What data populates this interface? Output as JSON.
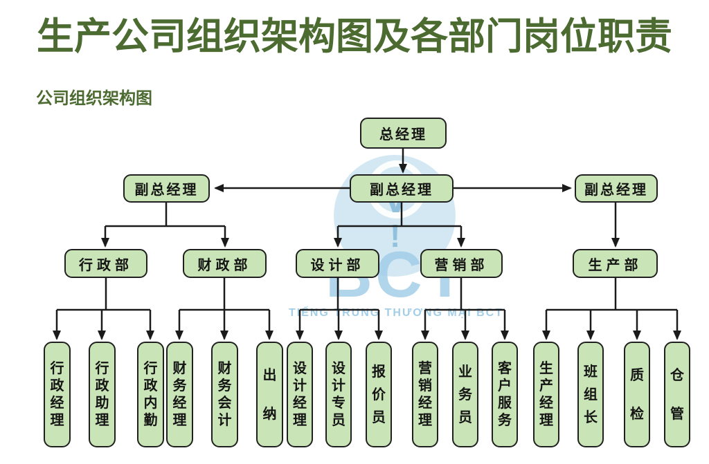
{
  "page": {
    "title": "生产公司组织架构图及各部门岗位职责",
    "subtitle": "公司组织架构图"
  },
  "colors": {
    "background": "#ffffff",
    "title": "#4c6b31",
    "subtitle": "#4c6b31",
    "node_fill": "#c9e4b6",
    "node_border": "#1f1f1f",
    "node_text": "#141414",
    "connector": "#1a1a1a",
    "watermark_blue": "#a9d2e8"
  },
  "org_chart": {
    "level1": [
      {
        "label": "总经理"
      }
    ],
    "level2": [
      {
        "label": "副总经理"
      },
      {
        "label": "副总经理"
      },
      {
        "label": "副总经理"
      }
    ],
    "level3": [
      {
        "label": "行政部"
      },
      {
        "label": "财政部"
      },
      {
        "label": "设计部"
      },
      {
        "label": "营销部"
      },
      {
        "label": "生产部"
      }
    ],
    "level4": [
      {
        "label": "行政经理"
      },
      {
        "label": "行政助理"
      },
      {
        "label": "行政内勤"
      },
      {
        "label": "财务经理"
      },
      {
        "label": "财务会计"
      },
      {
        "label": "出纳"
      },
      {
        "label": "设计经理"
      },
      {
        "label": "设计专员"
      },
      {
        "label": "报价员"
      },
      {
        "label": "营销经理"
      },
      {
        "label": "业务员"
      },
      {
        "label": "客户服务"
      },
      {
        "label": "生产经理"
      },
      {
        "label": "班组长"
      },
      {
        "label": "质检"
      },
      {
        "label": "仓管"
      }
    ]
  },
  "watermark": {
    "logo_text": "BCT",
    "caption": "TIẾNG TRUNG THƯƠNG MẠI BCT"
  }
}
